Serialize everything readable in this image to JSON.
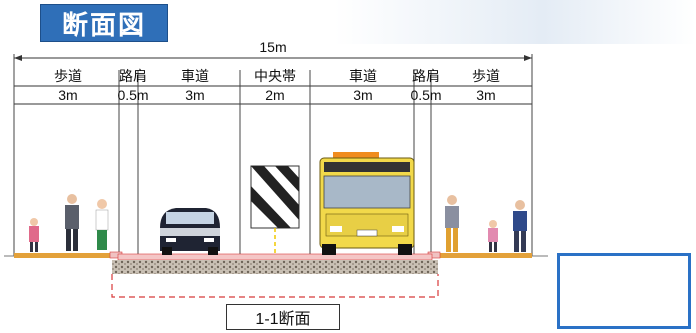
{
  "title": "断面図",
  "total_width": "15m",
  "sections": [
    {
      "name": "歩道",
      "width": "3m"
    },
    {
      "name": "路肩",
      "width": "0.5m"
    },
    {
      "name": "車道",
      "width": "3m"
    },
    {
      "name": "中央帯",
      "width": "2m"
    },
    {
      "name": "車道",
      "width": "3m"
    },
    {
      "name": "路肩",
      "width": "0.5m"
    },
    {
      "name": "歩道",
      "width": "3m"
    }
  ],
  "caption": "1-1断面",
  "colors": {
    "title_bg": "#2f6fb8",
    "frame_blue": "#2a71c6",
    "pavement_red": "#d83a3a",
    "bus_yellow": "#f2d94a"
  }
}
